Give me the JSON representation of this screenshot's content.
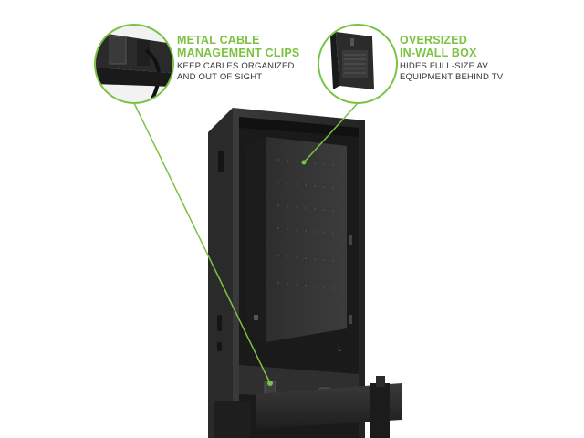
{
  "colors": {
    "accent": "#7cc242",
    "product_dark": "#2b2b2b",
    "background": "#ffffff"
  },
  "callouts": [
    {
      "id": "cable-clips",
      "title_line1": "METAL CABLE",
      "title_line2": "MANAGEMENT CLIPS",
      "desc_line1": "KEEP CABLES ORGANIZED",
      "desc_line2": "AND OUT OF SIGHT",
      "detail_image": "cable-clip-closeup"
    },
    {
      "id": "in-wall-box",
      "title_line1": "OVERSIZED",
      "title_line2": "IN-WALL BOX",
      "desc_line1": "HIDES FULL-SIZE AV",
      "desc_line2": "EQUIPMENT BEHIND TV",
      "detail_image": "in-wall-box-closeup"
    }
  ],
  "product_image": "in-wall-box-with-av-receiver-and-tv-mount-arm"
}
